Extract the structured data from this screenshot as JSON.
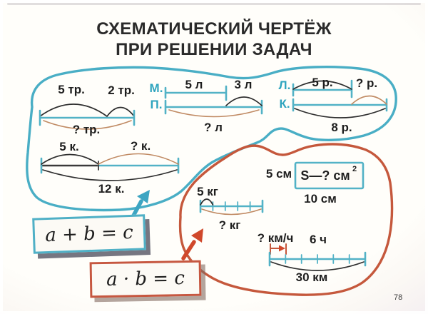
{
  "page": {
    "title_line1": "СХЕМАТИЧЕСКИЙ ЧЕРТЁЖ",
    "title_line2": "ПРИ РЕШЕНИИ ЗАДАЧ",
    "page_number": "78"
  },
  "colors": {
    "teal": "#49aec5",
    "red": "#c5583c",
    "tan_arc": "#c08a63",
    "ink": "#2e2e2e"
  },
  "addition_group": {
    "formula": "a + b = c",
    "diagrams": {
      "trucks": {
        "part1": "5 тр.",
        "part2": "2 тр.",
        "total": "? тр."
      },
      "liters": {
        "row1_label": "М.",
        "row2_label": "П.",
        "part1": "5 л",
        "part2": "3 л",
        "total": "? л"
      },
      "rubles": {
        "row1_label": "Л.",
        "row2_label": "К.",
        "part1": "5 р.",
        "part2": "? р.",
        "total": "8 р."
      },
      "dolls": {
        "part1": "5 к.",
        "part2": "? к.",
        "total": "12 к."
      }
    }
  },
  "multiplication_group": {
    "formula": "a · b = c",
    "diagrams": {
      "area": {
        "side": "5 см",
        "area_label": "S—? см",
        "area_sup": "2",
        "base": "10 см"
      },
      "mass": {
        "unit": "5 кг",
        "total": "? кг"
      },
      "distance": {
        "speed": "? км/ч",
        "time": "6 ч",
        "total": "30 км"
      }
    }
  }
}
